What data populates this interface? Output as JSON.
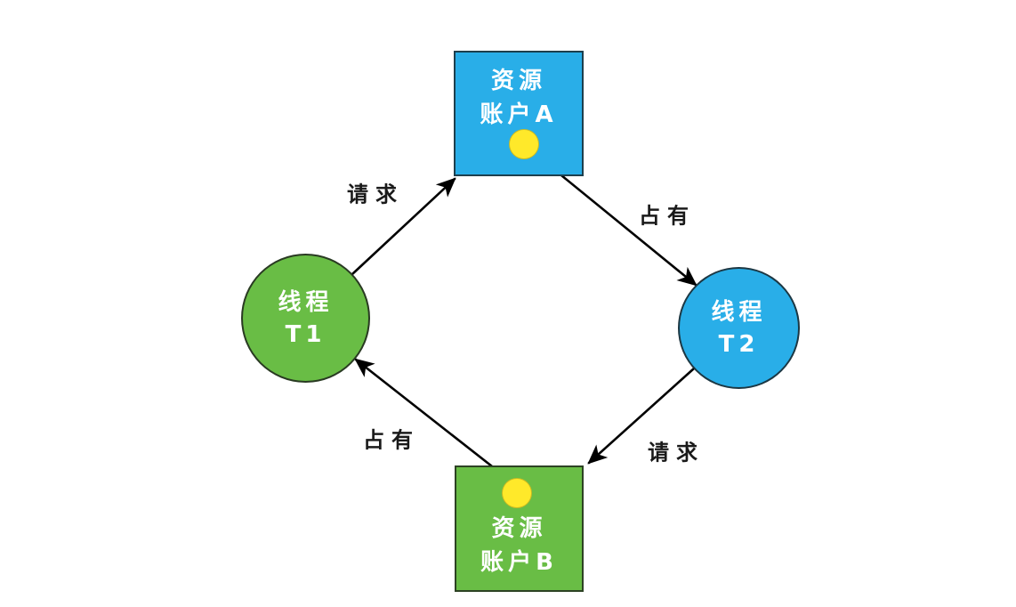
{
  "title": "thread-resource-deadlock-diagram",
  "colors": {
    "blue": "#29aee8",
    "green": "#69bd45",
    "yellow": "#ffe92a",
    "arrow": "#000000",
    "background": "#ffffff",
    "node_text": "#ffffff",
    "label_text": "#1a1a1a"
  },
  "nodes": {
    "resource_a": {
      "line1": "资源",
      "line2": "账户A"
    },
    "resource_b": {
      "line1": "资源",
      "line2": "账户B"
    },
    "thread_t1": {
      "line1": "线程",
      "line2": "T1"
    },
    "thread_t2": {
      "line1": "线程",
      "line2": "T2"
    }
  },
  "edges": {
    "t1_requests_a": {
      "label": "请求",
      "from": "thread_t1",
      "to": "resource_a"
    },
    "a_held_by_t2": {
      "label": "占有",
      "from": "resource_a",
      "to": "thread_t2"
    },
    "t2_requests_b": {
      "label": "请求",
      "from": "thread_t2",
      "to": "resource_b"
    },
    "b_held_by_t1": {
      "label": "占有",
      "from": "resource_b",
      "to": "thread_t1"
    }
  }
}
